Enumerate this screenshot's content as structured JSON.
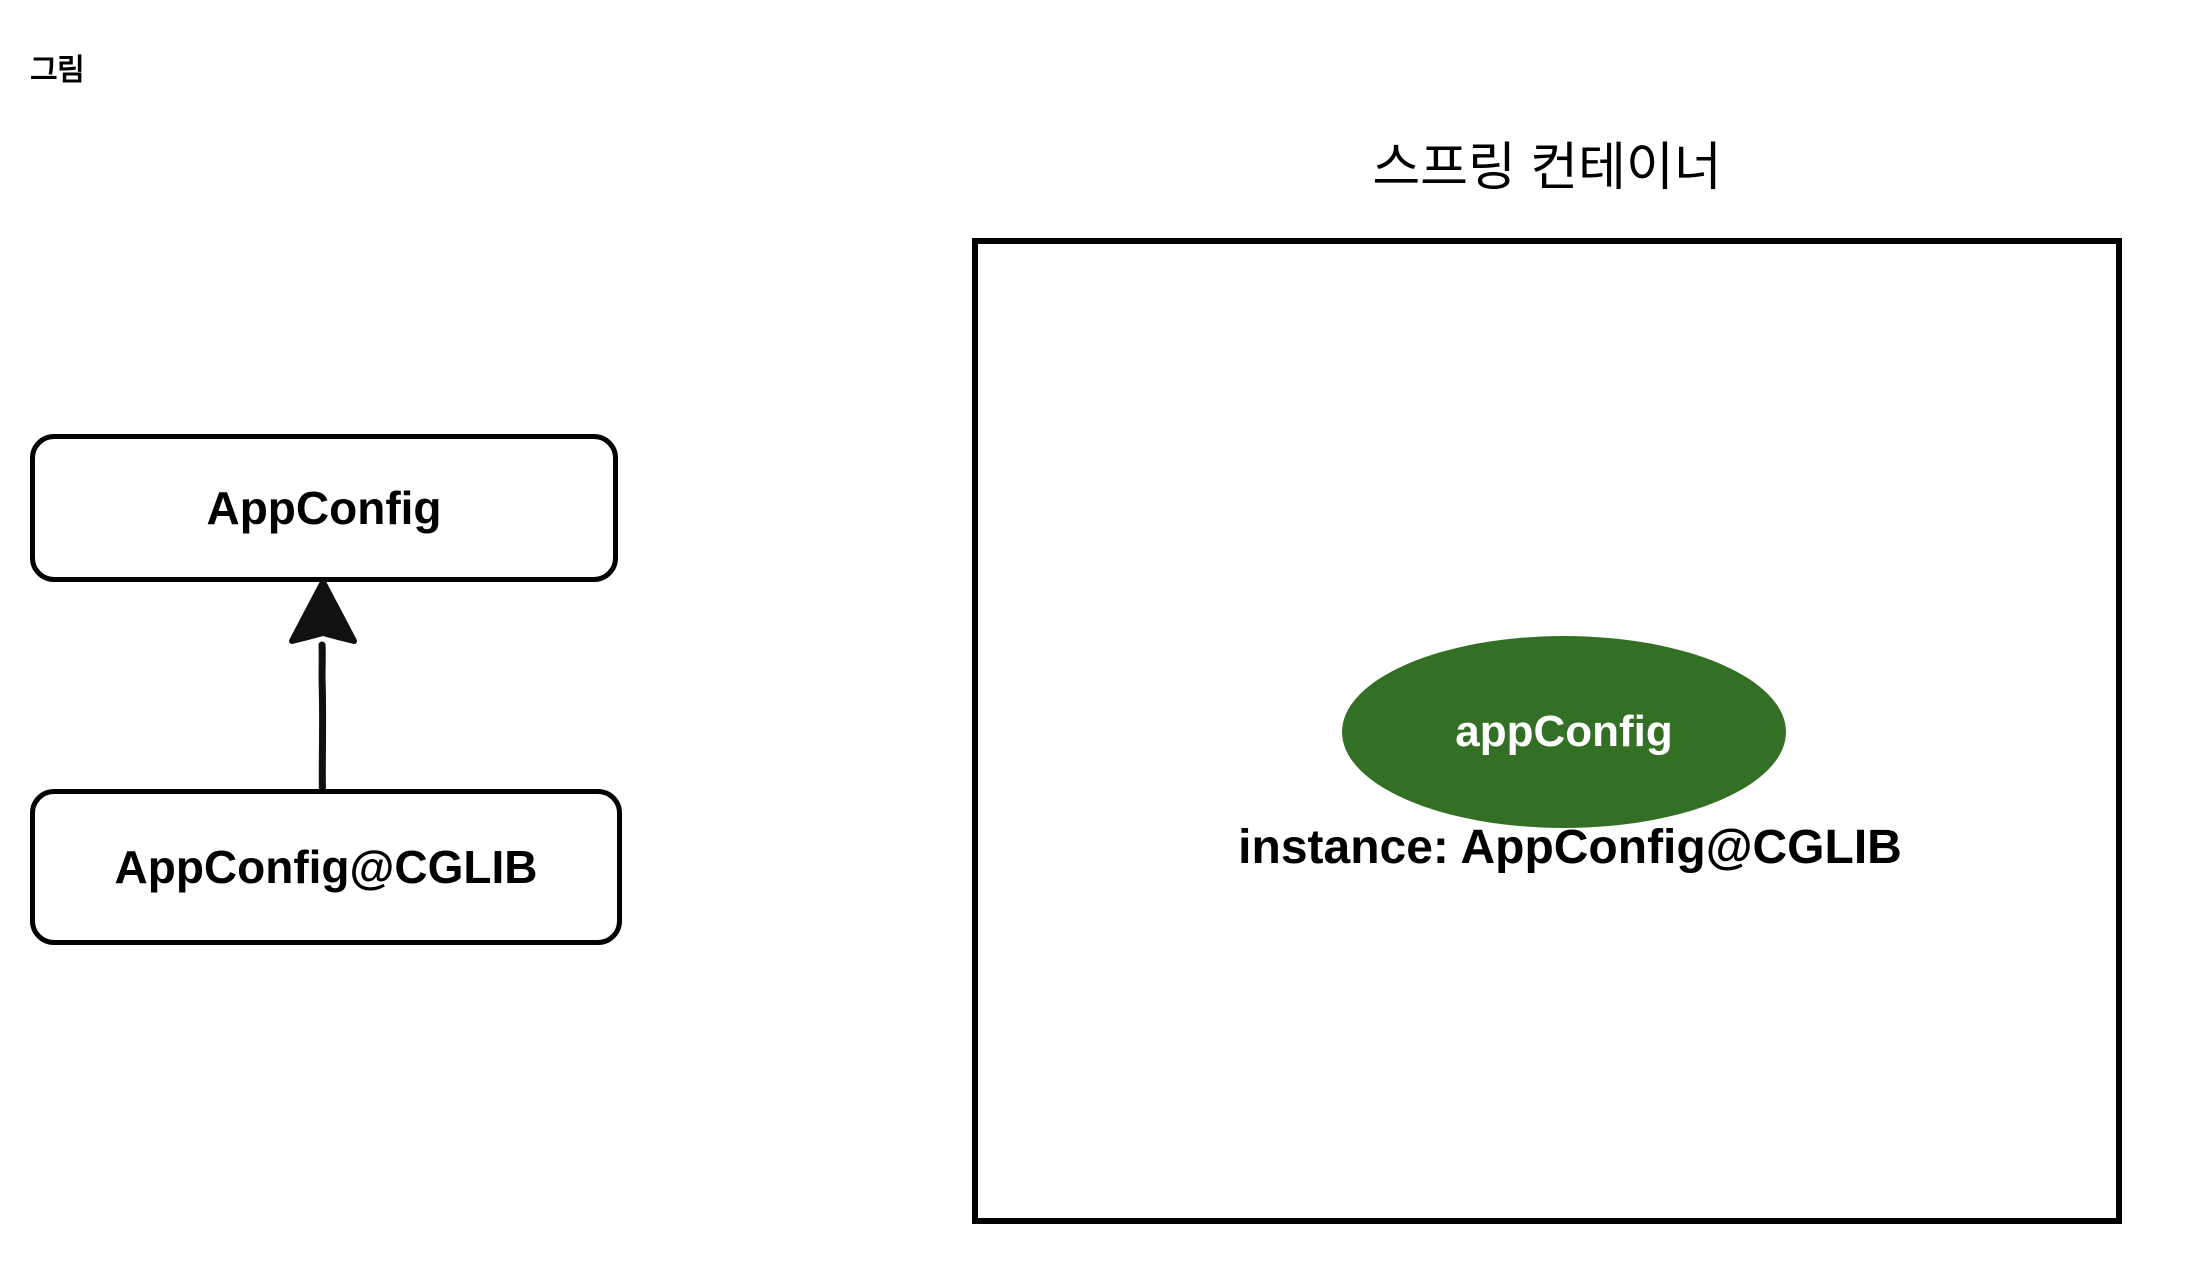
{
  "figure": {
    "caption": "그림"
  },
  "class_diagram": {
    "parent_box": {
      "label": "AppConfig"
    },
    "child_box": {
      "label": "AppConfig@CGLIB"
    },
    "relation": {
      "icon": "inheritance-arrow-up-icon",
      "direction": "up"
    }
  },
  "spring_container": {
    "title": "스프링 컨테이너",
    "bean": {
      "name": "appConfig",
      "instance_label": "instance: AppConfig@CGLIB",
      "fill_color": "#337025",
      "text_color": "#ffffff"
    },
    "border_color": "#000000"
  }
}
